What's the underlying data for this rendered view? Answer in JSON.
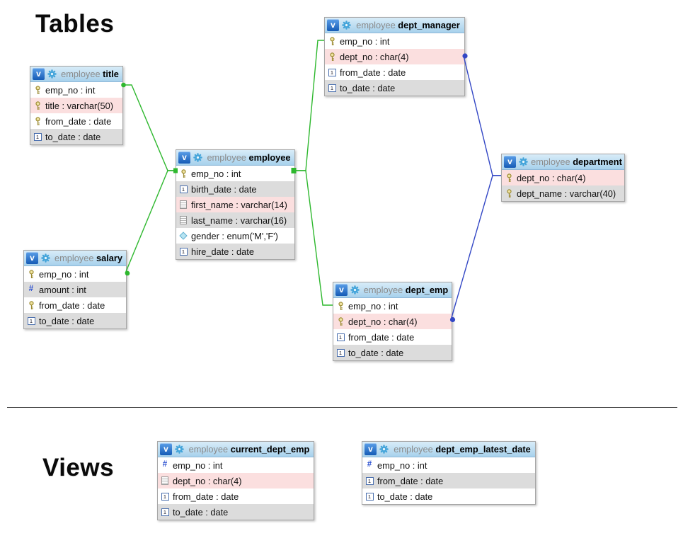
{
  "headings": {
    "tables": "Tables",
    "views": "Views"
  },
  "icons": {
    "view_badge_label": "v",
    "gear": "gear-icon",
    "key": "primary-key-icon",
    "date": "date-icon",
    "text": "text-icon",
    "numeric": "numeric-icon",
    "enum": "enum-icon"
  },
  "colors": {
    "relation_green": "#2eb82e",
    "relation_blue": "#3347c5",
    "header_top": "#d8ecf8",
    "header_bottom": "#a7d1ec",
    "badge_blue": "#1a66c7",
    "row_alt": "#dcdcdc",
    "row_display_field": "#fbdfdf"
  },
  "tables": [
    {
      "schema": "employee",
      "name": "title",
      "columns": [
        {
          "icon": "primary-key-icon",
          "text": "emp_no : int"
        },
        {
          "icon": "primary-key-icon",
          "text": "title : varchar(50)",
          "highlight": "display-field"
        },
        {
          "icon": "primary-key-icon",
          "text": "from_date : date"
        },
        {
          "icon": "date-icon",
          "text": "to_date : date"
        }
      ]
    },
    {
      "schema": "employee",
      "name": "employee",
      "columns": [
        {
          "icon": "primary-key-icon",
          "text": "emp_no : int"
        },
        {
          "icon": "date-icon",
          "text": "birth_date : date"
        },
        {
          "icon": "text-icon",
          "text": "first_name : varchar(14)",
          "highlight": "display-field"
        },
        {
          "icon": "text-icon",
          "text": "last_name : varchar(16)"
        },
        {
          "icon": "enum-icon",
          "text": "gender : enum('M','F')"
        },
        {
          "icon": "date-icon",
          "text": "hire_date : date"
        }
      ]
    },
    {
      "schema": "employee",
      "name": "salary",
      "columns": [
        {
          "icon": "primary-key-icon",
          "text": "emp_no : int"
        },
        {
          "icon": "numeric-icon",
          "text": "amount : int"
        },
        {
          "icon": "primary-key-icon",
          "text": "from_date : date"
        },
        {
          "icon": "date-icon",
          "text": "to_date : date"
        }
      ]
    },
    {
      "schema": "employee",
      "name": "dept_manager",
      "columns": [
        {
          "icon": "primary-key-icon",
          "text": "emp_no : int"
        },
        {
          "icon": "primary-key-icon",
          "text": "dept_no : char(4)",
          "highlight": "display-field"
        },
        {
          "icon": "date-icon",
          "text": "from_date : date"
        },
        {
          "icon": "date-icon",
          "text": "to_date : date"
        }
      ]
    },
    {
      "schema": "employee",
      "name": "dept_emp",
      "columns": [
        {
          "icon": "primary-key-icon",
          "text": "emp_no : int"
        },
        {
          "icon": "primary-key-icon",
          "text": "dept_no : char(4)",
          "highlight": "display-field"
        },
        {
          "icon": "date-icon",
          "text": "from_date : date"
        },
        {
          "icon": "date-icon",
          "text": "to_date : date"
        }
      ]
    },
    {
      "schema": "employee",
      "name": "department",
      "columns": [
        {
          "icon": "primary-key-icon",
          "text": "dept_no : char(4)",
          "highlight": "display-field"
        },
        {
          "icon": "primary-key-icon",
          "text": "dept_name : varchar(40)"
        }
      ]
    },
    {
      "schema": "employee",
      "name": "current_dept_emp",
      "columns": [
        {
          "icon": "numeric-icon",
          "text": "emp_no : int"
        },
        {
          "icon": "text-icon",
          "text": "dept_no : char(4)",
          "highlight": "display-field"
        },
        {
          "icon": "date-icon",
          "text": "from_date : date"
        },
        {
          "icon": "date-icon",
          "text": "to_date : date"
        }
      ]
    },
    {
      "schema": "employee",
      "name": "dept_emp_latest_date",
      "columns": [
        {
          "icon": "numeric-icon",
          "text": "emp_no : int"
        },
        {
          "icon": "date-icon",
          "text": "from_date : date"
        },
        {
          "icon": "date-icon",
          "text": "to_date : date"
        }
      ]
    }
  ],
  "relations": [
    {
      "from_table": "title",
      "from_column": "emp_no",
      "to_table": "employee",
      "to_column": "emp_no",
      "color": "#2eb82e"
    },
    {
      "from_table": "salary",
      "from_column": "emp_no",
      "to_table": "employee",
      "to_column": "emp_no",
      "color": "#2eb82e"
    },
    {
      "from_table": "dept_manager",
      "from_column": "emp_no",
      "to_table": "employee",
      "to_column": "emp_no",
      "color": "#2eb82e"
    },
    {
      "from_table": "dept_emp",
      "from_column": "emp_no",
      "to_table": "employee",
      "to_column": "emp_no",
      "color": "#2eb82e"
    },
    {
      "from_table": "dept_manager",
      "from_column": "dept_no",
      "to_table": "department",
      "to_column": "dept_no",
      "color": "#3347c5"
    },
    {
      "from_table": "dept_emp",
      "from_column": "dept_no",
      "to_table": "department",
      "to_column": "dept_no",
      "color": "#3347c5"
    }
  ]
}
